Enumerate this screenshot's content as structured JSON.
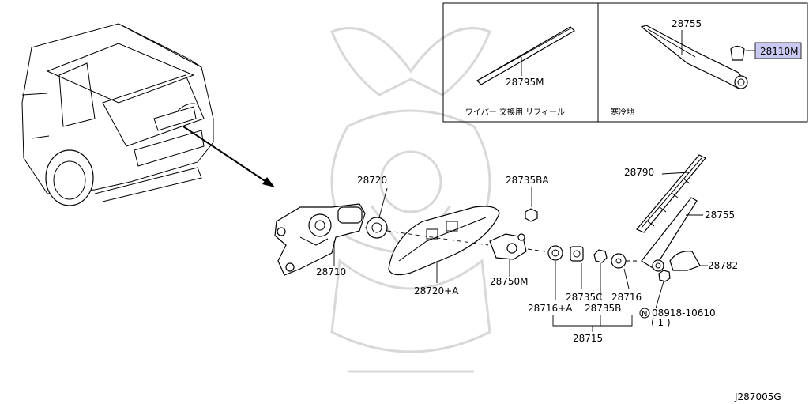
{
  "diagram_id": "J287005G",
  "callouts": {
    "p28755_top": "28755",
    "p28110m": "28110M",
    "p28795m": "28795M",
    "p28720": "28720",
    "p28735ba": "28735BA",
    "p28790": "28790",
    "p28755": "28755",
    "p28710": "28710",
    "p28720a": "28720+A",
    "p28750m": "28750M",
    "p28782": "28782",
    "p28735c": "28735C",
    "p28716": "28716",
    "p28716a": "28716+A",
    "p28735b": "28735B",
    "nut_code": "08918-10610",
    "nut_prefix": "N",
    "nut_qty": "( 1 )",
    "p28715": "28715"
  },
  "insets": {
    "left_caption": "ワイパー 交換用 リフィール",
    "right_caption": "寒冷地"
  },
  "colors": {
    "highlight": "#c8c8f0",
    "watermark": "#d8d8d8"
  }
}
